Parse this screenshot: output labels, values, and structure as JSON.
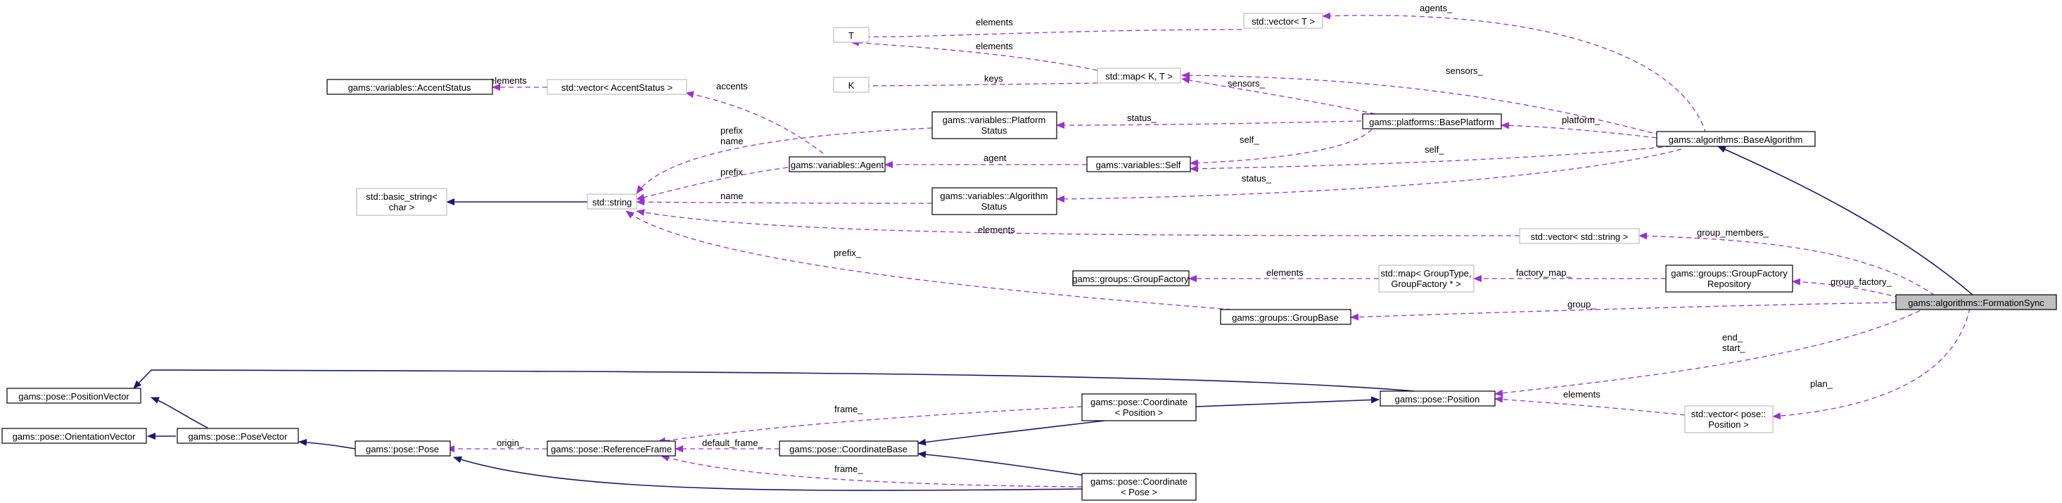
{
  "colors": {
    "usage_edge": "#9a32cd",
    "inheritance_edge": "#191970",
    "focus_fill": "#bfbfbf",
    "template_border": "#bfbfbf",
    "class_border": "#000000"
  },
  "nodes": {
    "vector_t": [
      "std::vector< T >"
    ],
    "t": [
      "T"
    ],
    "map_k_t": [
      "std::map< K, T >"
    ],
    "k": [
      "K"
    ],
    "accent_status": [
      "gams::variables::AccentStatus"
    ],
    "vector_accent": [
      "std::vector< AccentStatus >"
    ],
    "platform_status": [
      "gams::variables::Platform",
      "Status"
    ],
    "base_platform": [
      "gams::platforms::BasePlatform"
    ],
    "base_algorithm": [
      "gams::algorithms::BaseAlgorithm"
    ],
    "agent": [
      "gams::variables::Agent"
    ],
    "self": [
      "gams::variables::Self"
    ],
    "basic_string": [
      "std::basic_string<",
      "char >"
    ],
    "string": [
      "std::string"
    ],
    "algorithm_status": [
      "gams::variables::Algorithm",
      "Status"
    ],
    "vector_string": [
      "std::vector< std::string >"
    ],
    "group_factory": [
      "gams::groups::GroupFactory"
    ],
    "map_group": [
      "std::map< GroupType,",
      "GroupFactory * >"
    ],
    "group_factory_repo": [
      "gams::groups::GroupFactory",
      "Repository"
    ],
    "group_base": [
      "gams::groups::GroupBase"
    ],
    "formation_sync": [
      "gams::algorithms::FormationSync"
    ],
    "position_vector": [
      "gams::pose::PositionVector"
    ],
    "position": [
      "gams::pose::Position"
    ],
    "orientation_vector": [
      "gams::pose::OrientationVector"
    ],
    "pose_vector": [
      "gams::pose::PoseVector"
    ],
    "coordinate_position": [
      "gams::pose::Coordinate",
      "< Position >"
    ],
    "pose": [
      "gams::pose::Pose"
    ],
    "reference_frame": [
      "gams::pose::ReferenceFrame"
    ],
    "coordinate_base": [
      "gams::pose::CoordinateBase"
    ],
    "vector_position": [
      "std::vector< pose::",
      "Position >"
    ],
    "coordinate_pose": [
      "gams::pose::Coordinate",
      "< Pose >"
    ]
  },
  "edge_labels": {
    "agents": [
      "agents_"
    ],
    "vt_elements": [
      "elements"
    ],
    "map_elements": [
      "elements"
    ],
    "keys": [
      "keys"
    ],
    "sensors_top": [
      "sensors_"
    ],
    "sensors_mid": [
      "sensors_"
    ],
    "accent_elements": [
      "elements"
    ],
    "accents": [
      "accents"
    ],
    "ps_prefix_name": [
      "prefix",
      "name"
    ],
    "ps_status": [
      "status_"
    ],
    "platform": [
      "platform_"
    ],
    "agent_prefix": [
      "prefix"
    ],
    "agent_link": [
      "agent"
    ],
    "self_platform": [
      "self_"
    ],
    "self_algorithm": [
      "self_"
    ],
    "as_name": [
      "name"
    ],
    "as_status": [
      "status_"
    ],
    "string_elements": [
      "elements"
    ],
    "group_members": [
      "group_members_"
    ],
    "prefix": [
      "prefix_"
    ],
    "gf_elements": [
      "elements"
    ],
    "factory_map": [
      "factory_map_"
    ],
    "group_factory_link": [
      "group_factory_"
    ],
    "group": [
      "group_"
    ],
    "end_start": [
      "end_",
      "start_"
    ],
    "vp_elements": [
      "elements"
    ],
    "plan": [
      "plan_"
    ],
    "cp_frame": [
      "frame_"
    ],
    "origin": [
      "origin_"
    ],
    "default_frame": [
      "default_frame_"
    ],
    "cpose_frame": [
      "frame_"
    ]
  }
}
